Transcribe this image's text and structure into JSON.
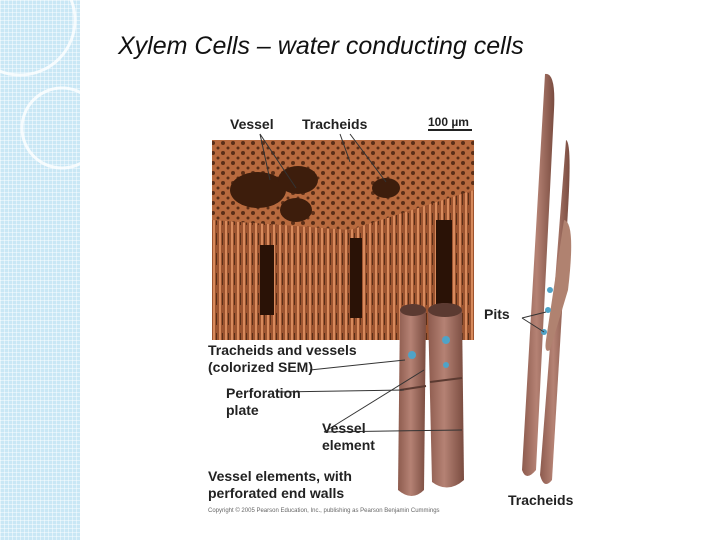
{
  "slide": {
    "title": "Xylem Cells – water conducting cells"
  },
  "figure": {
    "labels": {
      "vessel": "Vessel",
      "tracheids_top": "Tracheids",
      "scale": "100 µm",
      "sem_caption_line1": "Tracheids and vessels",
      "sem_caption_line2": "(colorized SEM)",
      "perforation_line1": "Perforation",
      "perforation_line2": "plate",
      "vessel_element_line1": "Vessel",
      "vessel_element_line2": "element",
      "vessel_elements_line1": "Vessel elements, with",
      "vessel_elements_line2": "perforated end walls",
      "pits": "Pits",
      "tracheids_bottom": "Tracheids"
    },
    "credit": "Copyright © 2005 Pearson Education, Inc., publishing as Pearson Benjamin Cummings",
    "colors": {
      "sem_dark": "#5a2e17",
      "sem_mid": "#a4582f",
      "sem_light": "#d88a5c",
      "cell_fill": "#a47163",
      "cell_shadow": "#7d5247",
      "pit_blue": "#4fa3c7"
    }
  }
}
